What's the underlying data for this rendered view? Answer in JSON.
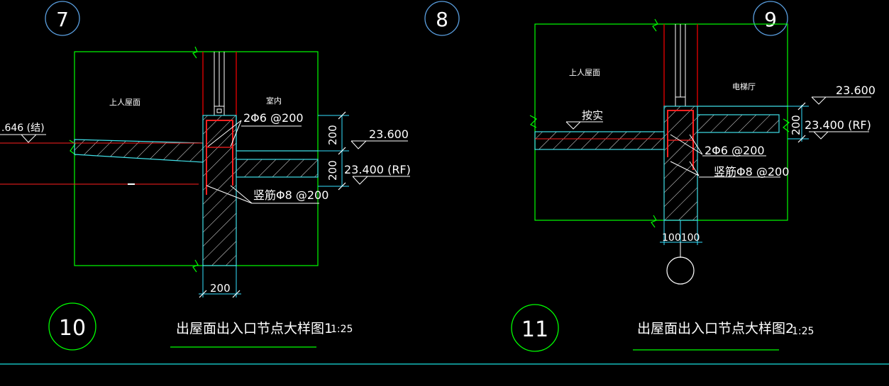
{
  "colors": {
    "background": "#000000",
    "outline": "#00ff00",
    "hatch": "#ffffff",
    "rebar": "#ff2020",
    "red_wall": "#cc0000",
    "dim_cyan": "#33e0ff",
    "concrete_cyan": "#40e0e8",
    "frame_line": "#18e0e0"
  },
  "grid_bubbles": {
    "b7": "7",
    "b8": "8",
    "b9": "9",
    "b10": "10",
    "b11": "11"
  },
  "detail1": {
    "title": "出屋面出入口节点大样图1",
    "scale": "1:25",
    "label_roof": "上人屋面",
    "label_indoor": "室内",
    "rebar_horizontal": "2Φ6 @200",
    "rebar_vertical": "竖筋Φ8 @200",
    "elev_left": ".646 (结)",
    "elev_top": "23.600",
    "elev_rf": "23.400 (RF)",
    "dim_200_upper": "200",
    "dim_200_lower": "200",
    "dim_width": "200"
  },
  "detail2": {
    "title": "出屋面出入口节点大样图2",
    "scale": "1:25",
    "label_roof": "上人屋面",
    "label_hall": "电梯厅",
    "label_anshi": "按实",
    "rebar_horizontal": "2Φ6 @200",
    "rebar_vertical": "竖筋Φ8 @200",
    "elev_top": "23.600",
    "elev_rf": "23.400 (RF)",
    "dim_200": "200",
    "dim_bottom": "100100"
  }
}
